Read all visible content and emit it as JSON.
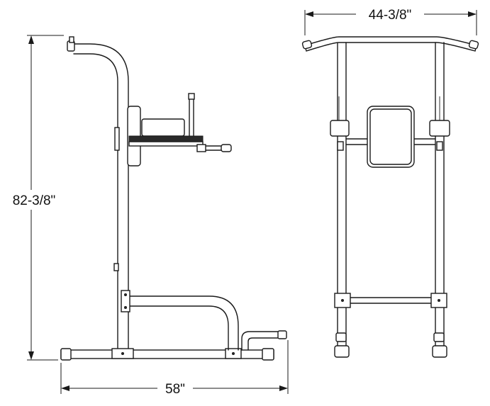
{
  "dimensions": {
    "height_label": "82-3/8\"",
    "width_label": "44-3/8\"",
    "depth_label": "58\""
  },
  "views": {
    "side": "side-view",
    "front": "front-view"
  }
}
